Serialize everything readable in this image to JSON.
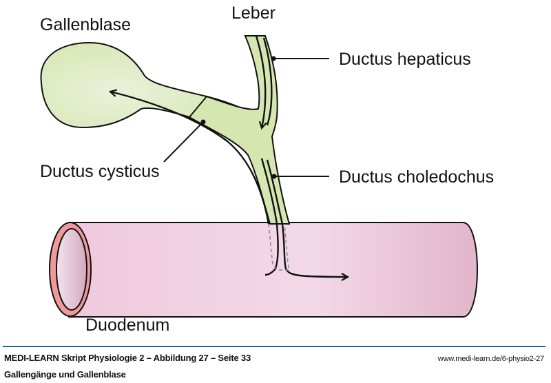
{
  "figure": {
    "labels": {
      "liver": "Leber",
      "gallbladder": "Gallenblase",
      "hepatic_duct": "Ductus hepaticus",
      "cystic_duct": "Ductus cysticus",
      "common_bile_duct": "Ductus choledochus",
      "duodenum": "Duodenum"
    },
    "colors": {
      "duct_fill": "#d6e6b0",
      "gallbladder_center": "#eaf2da",
      "duodenum_fill": "#eec8dc",
      "duodenum_rim": "#f0999a",
      "outline": "#111111",
      "footer_rule": "#1f5fa8"
    }
  },
  "footer": {
    "title": "MEDI-LEARN Skript Physiologie 2 – Abbildung 27 – Seite 33",
    "url": "www.medi-learn.de/6-physio2-27",
    "subtitle": "Gallengänge und Gallenblase"
  }
}
